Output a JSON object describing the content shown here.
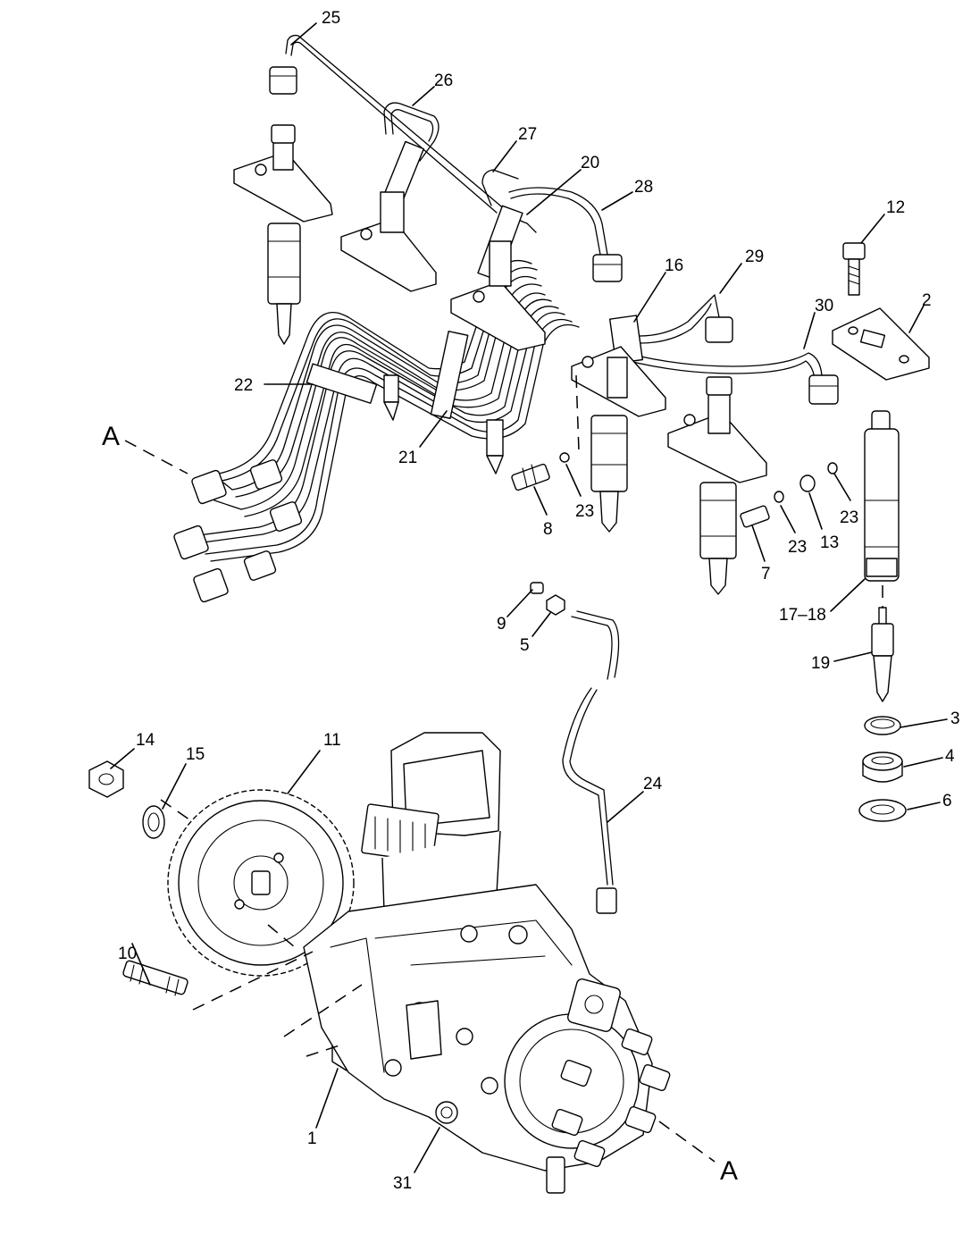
{
  "diagram": {
    "section_letters": {
      "left": "A",
      "right": "A"
    },
    "callouts": [
      {
        "id": "c25",
        "label": "25"
      },
      {
        "id": "c26",
        "label": "26"
      },
      {
        "id": "c27",
        "label": "27"
      },
      {
        "id": "c20",
        "label": "20"
      },
      {
        "id": "c28",
        "label": "28"
      },
      {
        "id": "c12",
        "label": "12"
      },
      {
        "id": "c16",
        "label": "16"
      },
      {
        "id": "c29",
        "label": "29"
      },
      {
        "id": "c30",
        "label": "30"
      },
      {
        "id": "c2",
        "label": "2"
      },
      {
        "id": "c22",
        "label": "22"
      },
      {
        "id": "c21",
        "label": "21"
      },
      {
        "id": "c8",
        "label": "8"
      },
      {
        "id": "c23a",
        "label": "23"
      },
      {
        "id": "c23b",
        "label": "23"
      },
      {
        "id": "c23c",
        "label": "23"
      },
      {
        "id": "c13",
        "label": "13"
      },
      {
        "id": "c7",
        "label": "7"
      },
      {
        "id": "c17_18",
        "label": "17–18"
      },
      {
        "id": "c9",
        "label": "9"
      },
      {
        "id": "c5",
        "label": "5"
      },
      {
        "id": "c19",
        "label": "19"
      },
      {
        "id": "c3",
        "label": "3"
      },
      {
        "id": "c4",
        "label": "4"
      },
      {
        "id": "c6",
        "label": "6"
      },
      {
        "id": "c14",
        "label": "14"
      },
      {
        "id": "c15",
        "label": "15"
      },
      {
        "id": "c11",
        "label": "11"
      },
      {
        "id": "c24",
        "label": "24"
      },
      {
        "id": "c10",
        "label": "10"
      },
      {
        "id": "c1",
        "label": "1"
      },
      {
        "id": "c31",
        "label": "31"
      }
    ]
  }
}
